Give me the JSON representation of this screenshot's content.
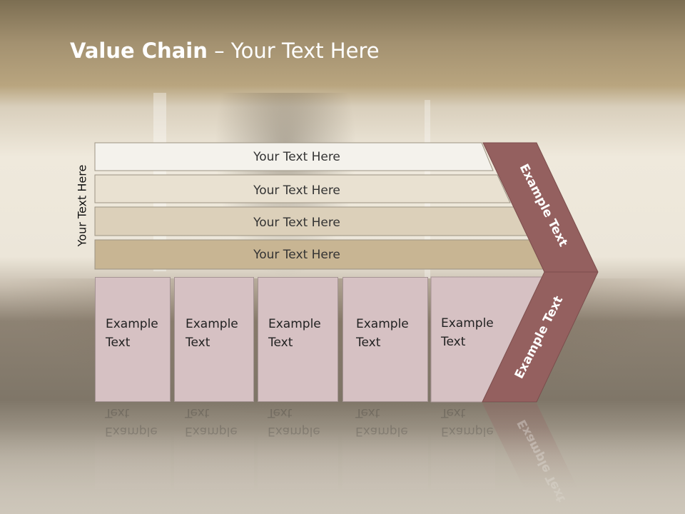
{
  "title": {
    "bold": "Value Chain",
    "rest": " – Your Text Here"
  },
  "side_label": "Your Text Here",
  "bars": [
    {
      "label": "Your Text Here",
      "color": "#f4f2ec"
    },
    {
      "label": "Your Text Here",
      "color": "#e9e1d1"
    },
    {
      "label": "Your Text Here",
      "color": "#dcd0ba"
    },
    {
      "label": "Your Text Here",
      "color": "#c8b593"
    }
  ],
  "boxes": [
    {
      "line1": "Example",
      "line2": "Text"
    },
    {
      "line1": "Example",
      "line2": "Text"
    },
    {
      "line1": "Example",
      "line2": "Text"
    },
    {
      "line1": "Example",
      "line2": "Text"
    },
    {
      "line1": "Example",
      "line2": "Text"
    }
  ],
  "chevron": {
    "upper": "Example Text",
    "lower": "Example Text",
    "color": "#94605f"
  }
}
